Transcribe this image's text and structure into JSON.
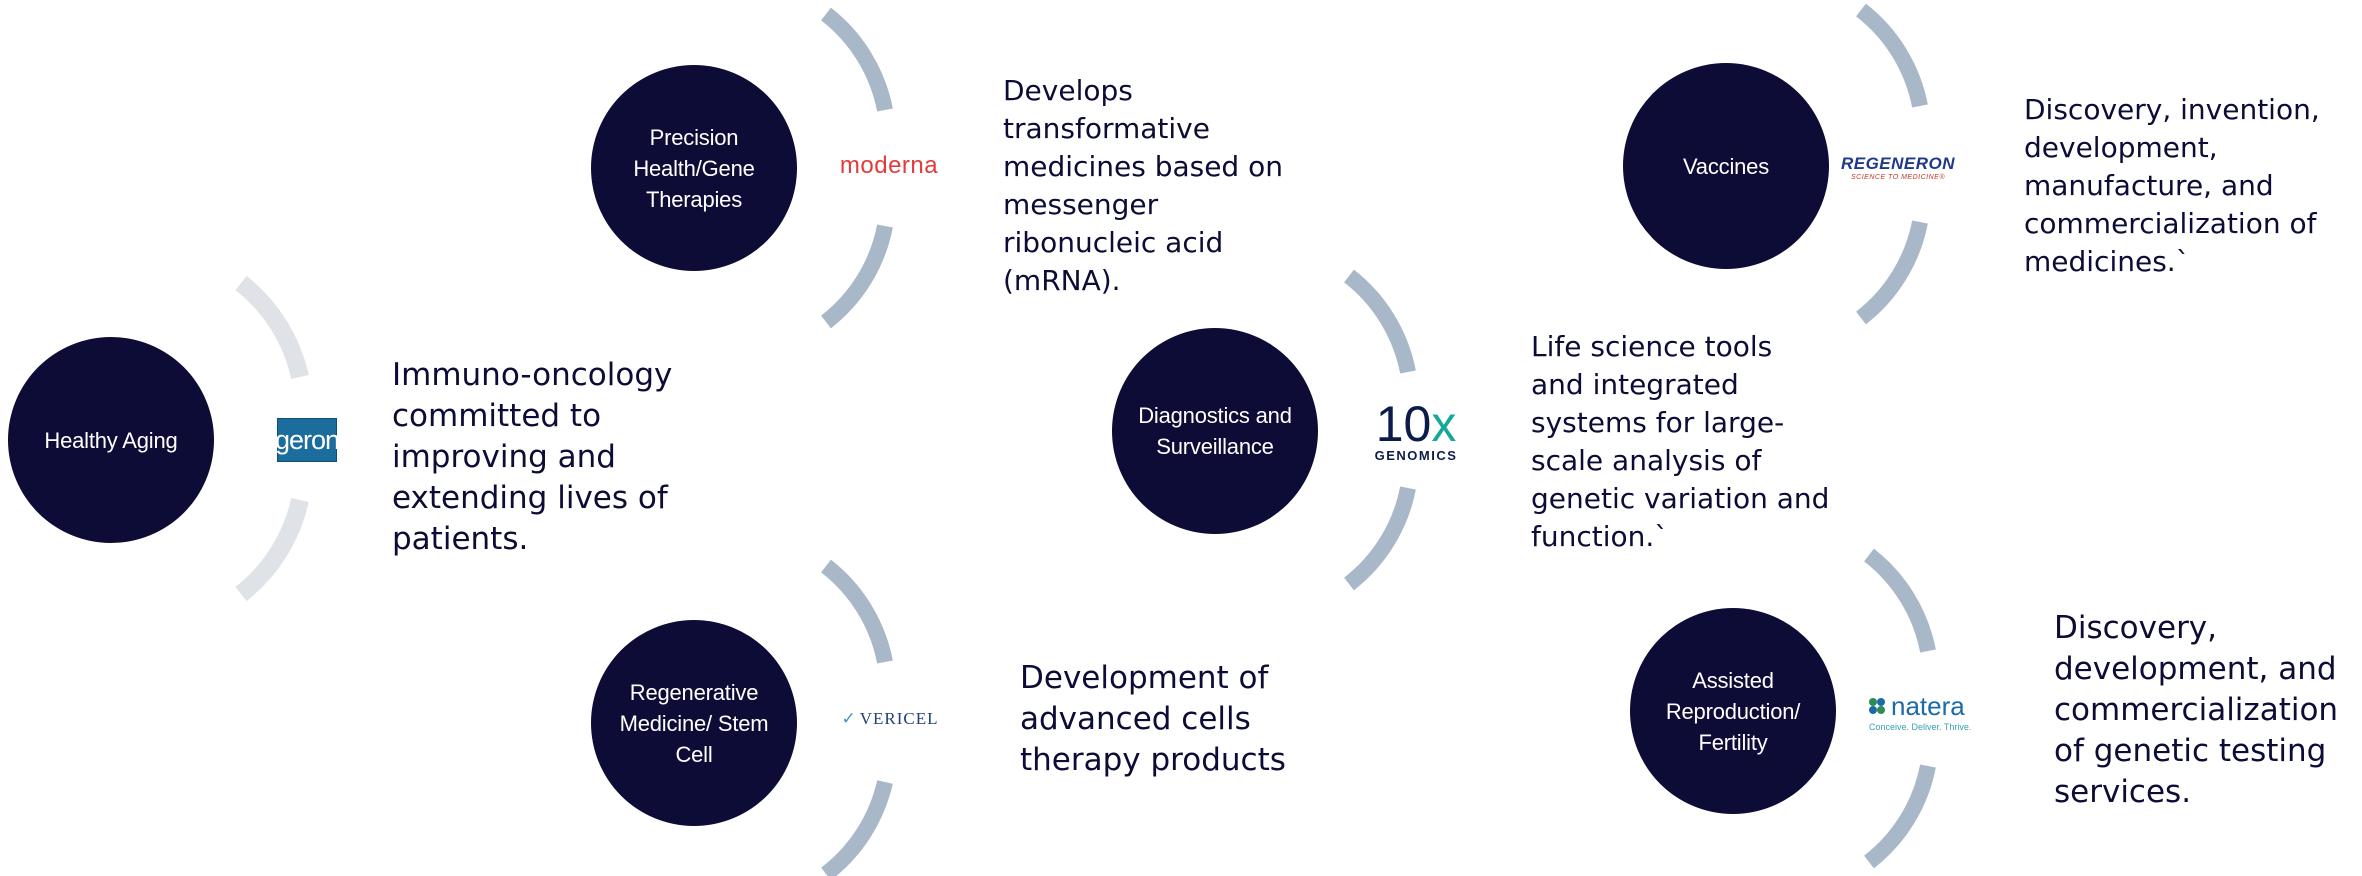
{
  "nodes": [
    {
      "category": "Healthy Aging",
      "logo": "geron",
      "description": "Immuno-oncology committed to improving and extending lives of patients."
    },
    {
      "category": "Precision Health/Gene Therapies",
      "logo": "moderna",
      "description": "Develops transformative medicines based on messenger ribonucleic acid (mRNA)."
    },
    {
      "category": "Regenerative Medicine/ Stem Cell",
      "logo": "VERICEL",
      "description": "Development of advanced cells therapy products"
    },
    {
      "category": "Diagnostics and Surveillance",
      "logo_main": "10",
      "logo_x": "x",
      "logo_sub": "GENOMICS",
      "description": "Life science tools and integrated systems for large-scale analysis of genetic variation and function.`"
    },
    {
      "category": "Vaccines",
      "logo": "REGENERON",
      "logo_tagline": "SCIENCE TO MEDICINE®",
      "description": "Discovery, invention, development, manufacture, and commercialization of medicines.`"
    },
    {
      "category": "Assisted Reproduction/ Fertility",
      "logo": "natera",
      "logo_tagline": "Conceive. Deliver. Thrive.",
      "description": "Discovery, development, and commercialization of genetic testing services."
    }
  ],
  "colors": {
    "circle": "#0c0c36",
    "arc_light": "#dfe3e7",
    "arc_main": "#a9b8c8",
    "text": "#0c0c36"
  }
}
